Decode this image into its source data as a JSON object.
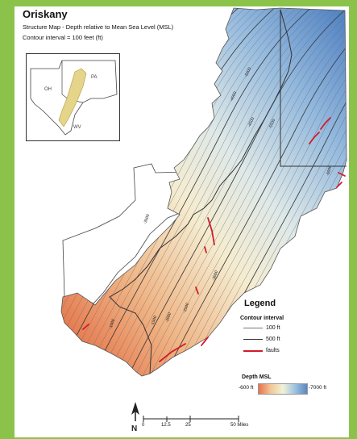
{
  "title": "Oriskany",
  "subtitle": "Structure Map - Depth relative to Mean Sea Level (MSL)",
  "contour_interval_text": "Contour interval = 100 feet (ft)",
  "inset": {
    "labels": [
      "OH",
      "PA",
      "WV"
    ]
  },
  "legend": {
    "title": "Legend",
    "contour_heading": "Contour interval",
    "items": [
      "100 ft",
      "500 ft",
      "faults"
    ],
    "depth_heading": "Depth MSL",
    "depth_min": "-600 ft",
    "depth_max": "-7000 ft"
  },
  "scale": {
    "ticks": [
      "0",
      "12.5",
      "25",
      "50 Miles"
    ]
  },
  "north_label": "N",
  "contour_labels": [
    "-4000",
    "-4500",
    "-5000",
    "-5500",
    "-6000",
    "-3500",
    "-3000",
    "-2500",
    "-2000",
    "-1500",
    "-1000"
  ],
  "colors": {
    "frame": "#8bc34a",
    "shallow": "#e8734a",
    "deep": "#5b86c2",
    "fault": "#d01c2b"
  }
}
